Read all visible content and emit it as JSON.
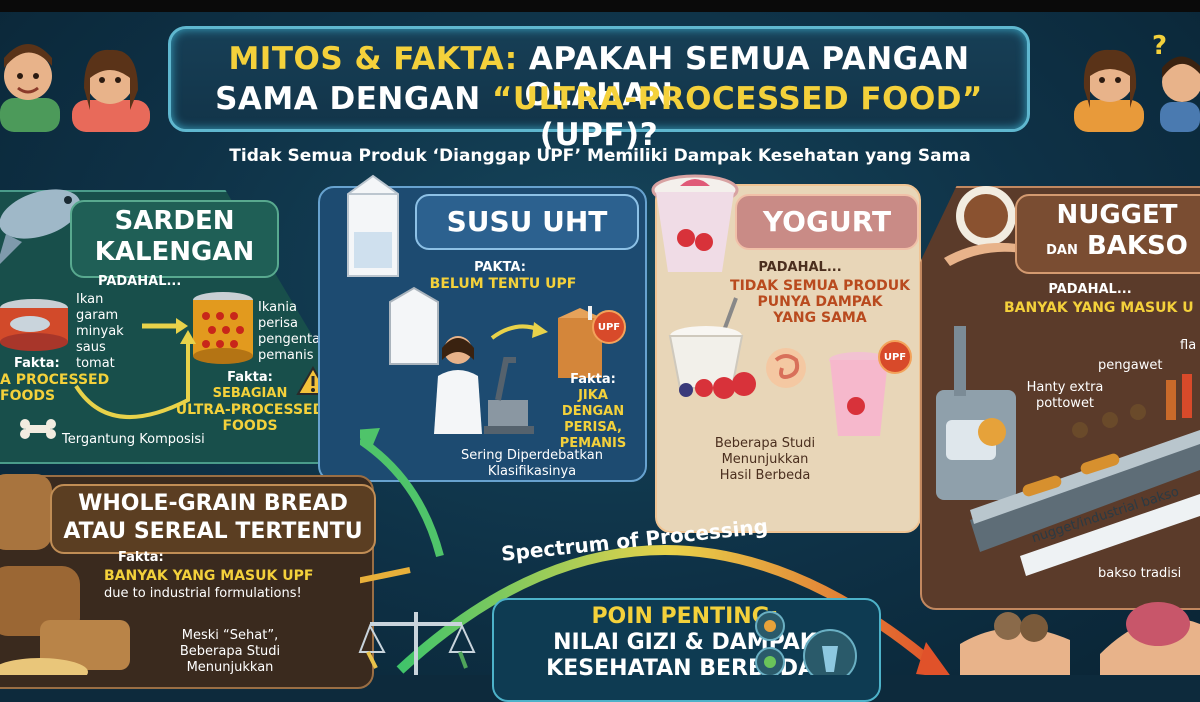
{
  "title": {
    "part1_yellow": "MITOS & FAKTA:",
    "part1_white": " APAKAH SEMUA PANGAN OLAHAN",
    "part2_white": "SAMA DENGAN ",
    "part2_yellow": "“ULTRA-PROCESSED FOOD”",
    "part2_end": " (UPF)?"
  },
  "subtitle": "Tidak Semua Produk ‘Dianggap UPF’ Memiliki Dampak Kesehatan yang Sama",
  "sarden": {
    "heading1": "SARDEN",
    "heading2": "KALENGAN",
    "padahal": "PADAHAL...",
    "list_left": [
      "Ikan",
      "garam",
      "minyak",
      "saus",
      "tomat"
    ],
    "list_right": [
      "Ikania",
      "perisa",
      "pengental",
      "pemanis"
    ],
    "fakta_left_label": "Fakta:",
    "fakta_left_value": "A PROCESSED FOODS",
    "fakta_right_label": "Fakta:",
    "fakta_right_value1": "SEBAGIAN",
    "fakta_right_value2": "ULTRA-PROCESSED",
    "fakta_right_value3": "FOODS",
    "note": "Tergantung Komposisi"
  },
  "susu": {
    "heading": "SUSU UHT",
    "pakta": "PAKTA:",
    "pakta_value": "BELUM TENTU UPF",
    "fakta": "Fakta:",
    "fakta_value1": "JIKA DENGAN",
    "fakta_value2": "PERISA,",
    "fakta_value3": "PEMANIS",
    "note1": "Sering Diperdebatkan",
    "note2": "Klasifikasinya",
    "badge": "UPF"
  },
  "yogurt": {
    "heading": "YOGURT",
    "padahal": "PADAHAL...",
    "value1": "TIDAK SEMUA PRODUK",
    "value2": "PUNYA DAMPAK",
    "value3": "YANG SAMA",
    "note1": "Beberapa Studi",
    "note2": "Menunjukkan",
    "note3": "Hasil Berbeda",
    "badge": "UPF"
  },
  "nugget": {
    "heading1": "NUGGET",
    "heading_small": "DAN",
    "heading2": "BAKSO",
    "padahal": "PADAHAL...",
    "value": "BANYAK YANG MASUK U",
    "label_pengawet": "pengawet",
    "label_fla": "fla",
    "label_extra1": "Hanty extra",
    "label_extra2": "pottowet",
    "conveyor_label": "nugget/industrial bakso",
    "bakso_label": "bakso tradisi"
  },
  "bread": {
    "heading1": "WHOLE-GRAIN BREAD",
    "heading2": "ATAU SEREAL TERTENTU",
    "fakta": "Fakta:",
    "fakta_value": "BANYAK YANG MASUK UPF",
    "fakta_note": "due to industrial formulations!",
    "note1": "Meski “Sehat”,",
    "note2": "Beberapa Studi",
    "note3": "Menunjukkan"
  },
  "spectrum": {
    "label": "Spectrum of Processing"
  },
  "poin": {
    "line1": "POIN PENTING:",
    "line2": "NILAI GIZI & DAMPAK",
    "line3": "KESEHATAN BERBEDA."
  }
}
